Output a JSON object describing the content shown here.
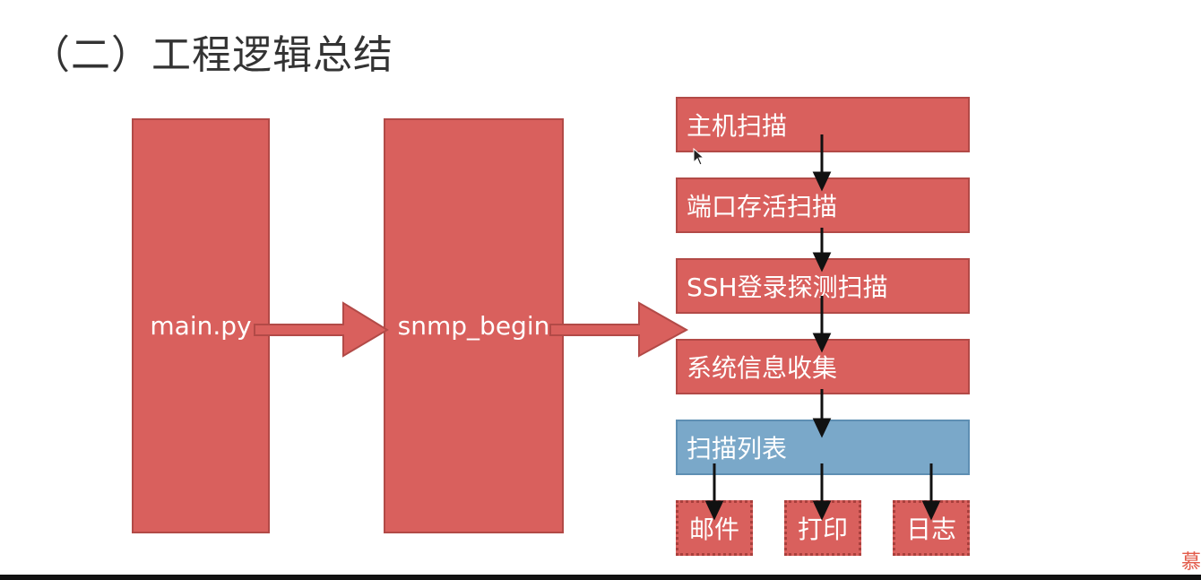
{
  "title": "（二）工程逻辑总结",
  "columns": {
    "main": "main.py",
    "begin": "snmp_begin"
  },
  "steps": [
    "主机扫描",
    "端口存活扫描",
    "SSH登录探测扫描",
    "系统信息收集",
    "扫描列表"
  ],
  "outputs": [
    "邮件",
    "打印",
    "日志"
  ],
  "logo_text": "慕",
  "colors": {
    "box_red": "#d9605d",
    "box_blue": "#7aa8c9",
    "arrow_black": "#111111"
  }
}
